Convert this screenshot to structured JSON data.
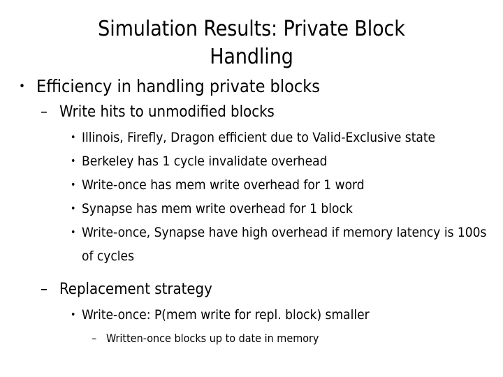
{
  "slide": {
    "title": "Simulation Results: Private Block\nHandling",
    "background_color": "#ffffff",
    "text_color": "#000000",
    "markers": {
      "level1": "•",
      "level2": "–",
      "level3": "•",
      "level4": "–"
    },
    "body": [
      {
        "level": 1,
        "text": "Efficiency in handling private blocks"
      },
      {
        "level": 2,
        "text": "Write hits to unmodified blocks"
      },
      {
        "level": 3,
        "text": "Illinois, Firefly, Dragon efficient due to Valid-Exclusive state"
      },
      {
        "level": 3,
        "text": "Berkeley has 1 cycle invalidate overhead"
      },
      {
        "level": 3,
        "text": "Write-once has mem write overhead for 1 word"
      },
      {
        "level": 3,
        "text": "Synapse has mem write overhead for 1 block"
      },
      {
        "level": 3,
        "text": "Write-once, Synapse have high overhead if memory latency is 100s of cycles"
      },
      {
        "level": 2,
        "text": "Replacement strategy"
      },
      {
        "level": 3,
        "text": "Write-once: P(mem write for repl. block) smaller"
      },
      {
        "level": 4,
        "text": "Written-once blocks up to date in memory"
      }
    ]
  }
}
